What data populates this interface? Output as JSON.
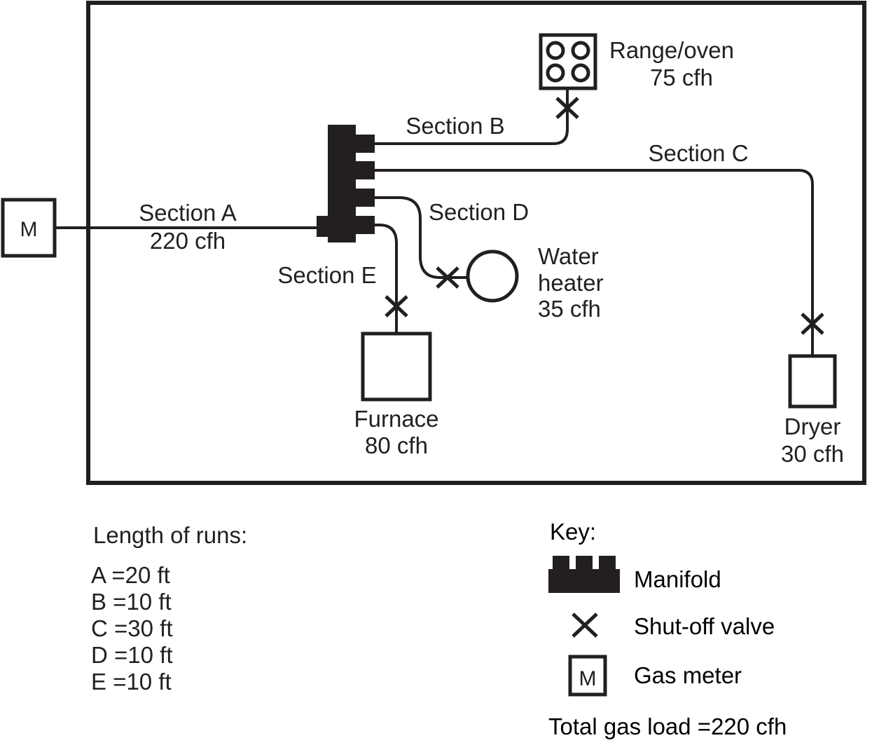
{
  "diagram": {
    "title": "Residential gas piping system schematic",
    "colors": {
      "ink": "#231f20",
      "background": "#ffffff"
    },
    "meter": {
      "letter": "M",
      "name": "Gas meter"
    },
    "sections": [
      {
        "id": "A",
        "label": "Section A",
        "load": "220 cfh",
        "length": "20 ft"
      },
      {
        "id": "B",
        "label": "Section B",
        "load": "",
        "length": "10 ft"
      },
      {
        "id": "C",
        "label": "Section C",
        "load": "",
        "length": "30 ft"
      },
      {
        "id": "D",
        "label": "Section D",
        "load": "",
        "length": "10 ft"
      },
      {
        "id": "E",
        "label": "Section E",
        "load": "",
        "length": "10 ft"
      }
    ],
    "section_labels": {
      "a_name": "Section A",
      "a_load": "220 cfh",
      "b_name": "Section B",
      "c_name": "Section C",
      "d_name": "Section D",
      "e_name": "Section E"
    },
    "appliances": [
      {
        "name": "Range/oven",
        "load": "75 cfh",
        "symbol": "range-oven-icon"
      },
      {
        "name": "Water heater",
        "load": "35 cfh",
        "symbol": "water-heater-icon"
      },
      {
        "name": "Furnace",
        "load": "80 cfh",
        "symbol": "furnace-icon"
      },
      {
        "name": "Dryer",
        "load": "30 cfh",
        "symbol": "dryer-icon"
      }
    ],
    "appliance_labels": {
      "range_name": "Range/oven",
      "range_load": "75 cfh",
      "water_name_line1": "Water",
      "water_name_line2": "heater",
      "water_load": "35 cfh",
      "furnace_name": "Furnace",
      "furnace_load": "80 cfh",
      "dryer_name": "Dryer",
      "dryer_load": "30 cfh"
    }
  },
  "lengths_panel": {
    "heading": "Length of runs:",
    "rows": [
      {
        "label": "A",
        "eq": "=",
        "value": "20 ft"
      },
      {
        "label": "B",
        "eq": "=",
        "value": "10 ft"
      },
      {
        "label": "C",
        "eq": "=",
        "value": "30 ft"
      },
      {
        "label": "D",
        "eq": "=",
        "value": "10 ft"
      },
      {
        "label": "E",
        "eq": "=",
        "value": "10 ft"
      }
    ],
    "row_text": [
      "A =20 ft",
      "B =10 ft",
      "C =30 ft",
      "D =10 ft",
      "E =10 ft"
    ]
  },
  "key_panel": {
    "heading": "Key:",
    "items": [
      {
        "icon": "manifold-icon",
        "label": "Manifold"
      },
      {
        "icon": "shut-off-valve-icon",
        "label": "Shut-off valve"
      },
      {
        "icon": "gas-meter-icon",
        "label": "Gas meter",
        "glyph": "M"
      }
    ],
    "item_labels": {
      "manifold": "Manifold",
      "valve": "Shut-off valve",
      "meter": "Gas meter",
      "meter_glyph": "M"
    },
    "total_gas_load": "Total gas load =220 cfh"
  }
}
